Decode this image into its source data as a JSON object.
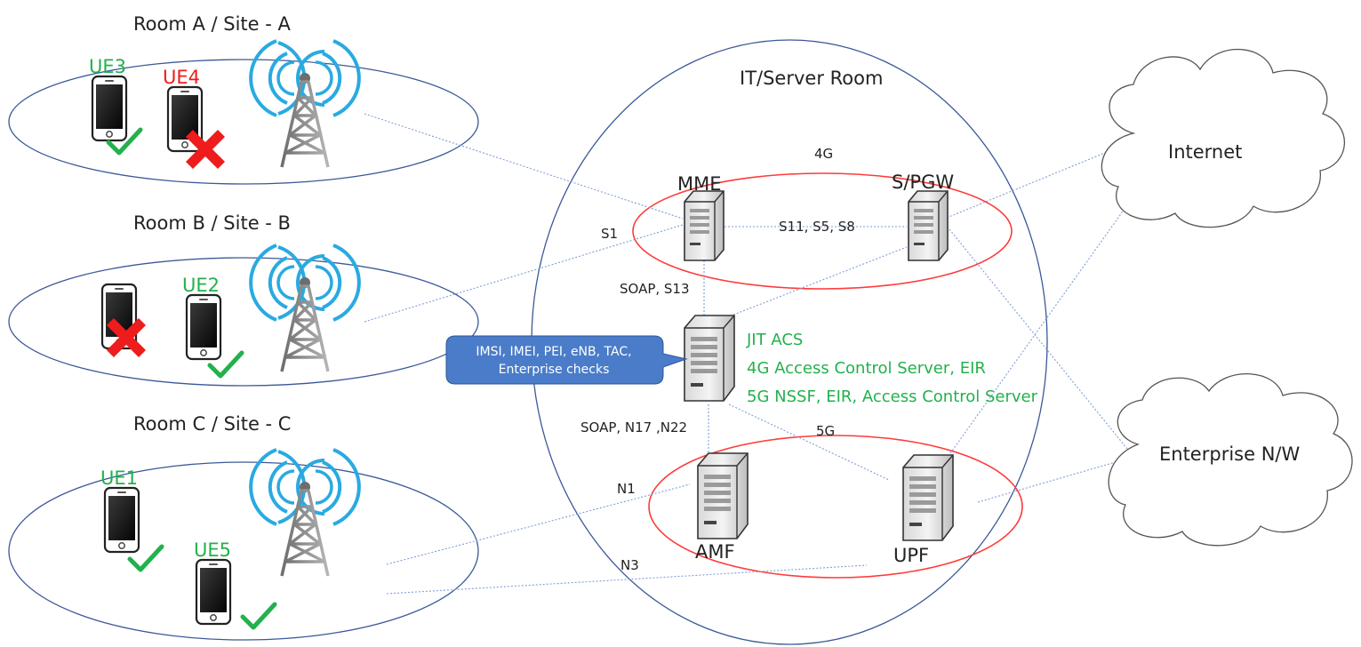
{
  "sites": [
    {
      "id": "a",
      "title": "Room A / Site - A"
    },
    {
      "id": "b",
      "title": "Room B / Site - B"
    },
    {
      "id": "c",
      "title": "Room C / Site - C"
    }
  ],
  "devices": {
    "ue3": {
      "label": "UE3",
      "status": "allowed"
    },
    "ue4": {
      "label": "UE4",
      "status": "blocked"
    },
    "ue_unlabeled": {
      "label": "",
      "status": "blocked"
    },
    "ue2": {
      "label": "UE2",
      "status": "allowed"
    },
    "ue1": {
      "label": "UE1",
      "status": "allowed"
    },
    "ue5": {
      "label": "UE5",
      "status": "allowed"
    }
  },
  "server_room": {
    "title": "IT/Server Room"
  },
  "groups": {
    "g4": "4G",
    "g5": "5G"
  },
  "nodes": {
    "mme": "MME",
    "spgw": "S/PGW",
    "amf": "AMF",
    "upf": "UPF"
  },
  "interfaces": {
    "s1": "S1",
    "s11": "S11, S5, S8",
    "soap_s13": "SOAP, S13",
    "soap_n17": "SOAP, N17 ,N22",
    "n1": "N1",
    "n3": "N3"
  },
  "acs": {
    "line1": "JIT ACS",
    "line2": "4G Access Control Server,  EIR",
    "line3": "5G NSSF, EIR, Access Control Server"
  },
  "callout": {
    "line1": "IMSI, IMEI, PEI, eNB, TAC,",
    "line2": "Enterprise checks"
  },
  "clouds": {
    "internet": "Internet",
    "enterprise": "Enterprise N/W"
  },
  "colors": {
    "allowed": "#22b14c",
    "blocked": "#ee1c1c",
    "link": "#7f9ed8",
    "ellipse": "#3b5998",
    "group": "#ff3b3b",
    "callout": "#4a7cc9"
  }
}
